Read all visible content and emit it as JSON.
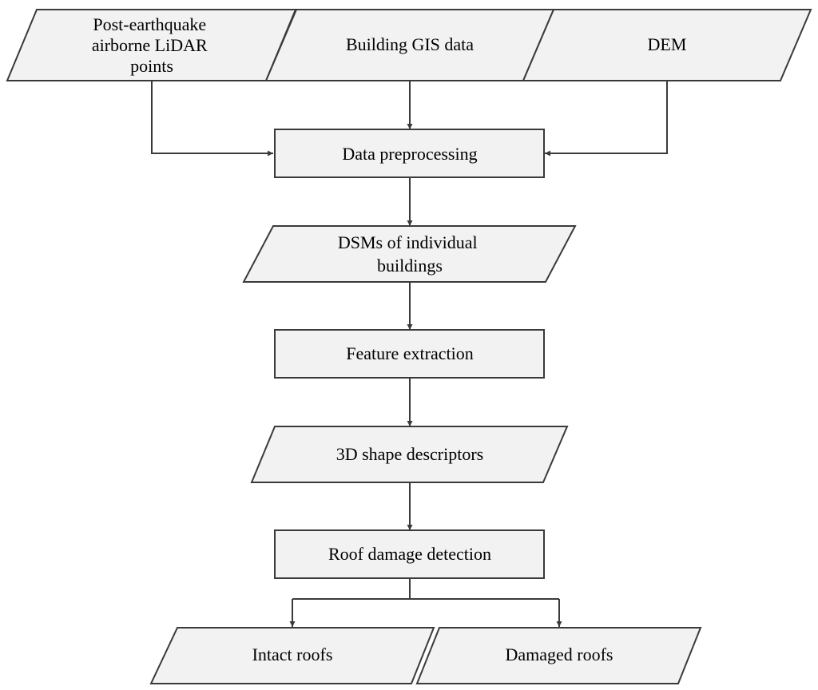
{
  "diagram": {
    "inputs": {
      "lidar": [
        "Post-earthquake",
        "airborne LiDAR",
        "points"
      ],
      "gis": "Building GIS data",
      "dem": "DEM"
    },
    "steps": {
      "preprocessing": "Data preprocessing",
      "dsm": [
        "DSMs of individual",
        "buildings"
      ],
      "feature_extraction": "Feature extraction",
      "descriptors": "3D shape descriptors",
      "detection": "Roof damage detection"
    },
    "outputs": {
      "intact": "Intact roofs",
      "damaged": "Damaged roofs"
    },
    "colors": {
      "shape_fill": "#f2f2f2",
      "stroke": "#3a3a3a",
      "text": "#000000"
    }
  }
}
